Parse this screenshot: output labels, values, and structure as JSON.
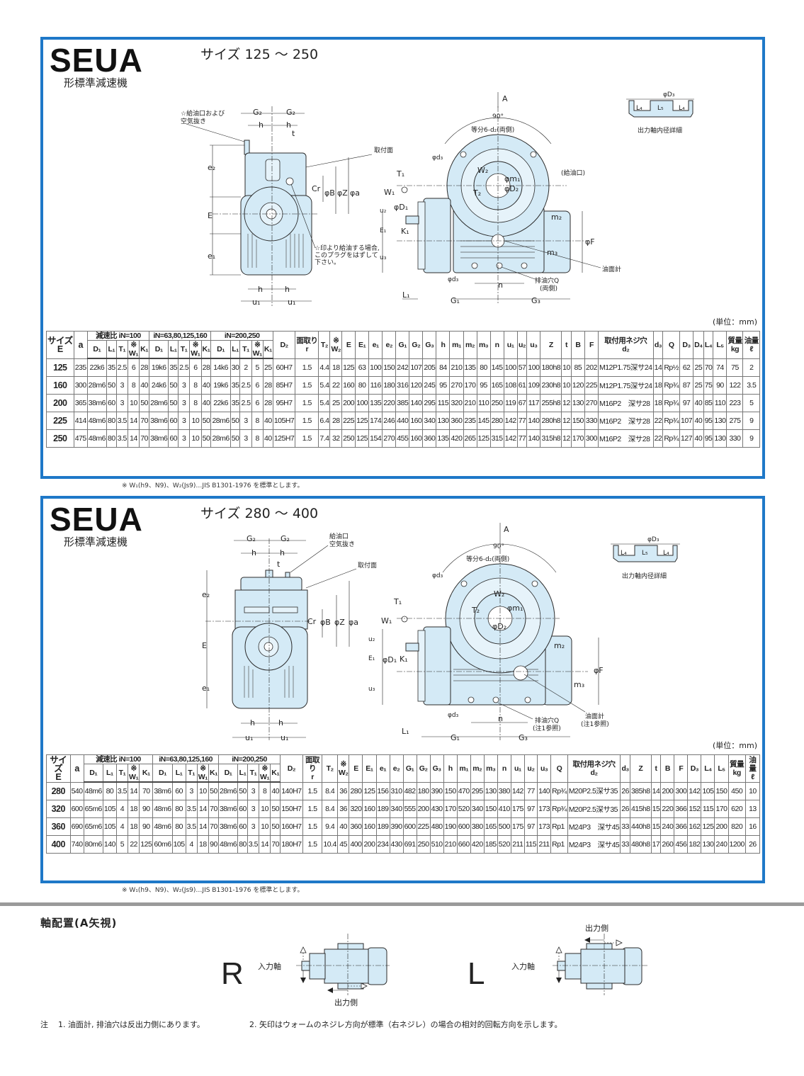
{
  "panel1": {
    "brand": "SEUA",
    "subtitle": "形標準減速機",
    "range": "サイズ 125 ～ 250",
    "unit": "(単位：mm)",
    "footnote": "※ W₁(h9、N9)、W₂(Js9)…JIS B1301-1976 を標準とします。",
    "notes": {
      "vent": "☆給油口および",
      "vent2": "空気抜き",
      "plug1": "☆印より給油する場合,",
      "plug2": "このプラグをはずして",
      "plug3": "下さい。",
      "oil_inlet": "(給油口)",
      "drain_side": "(両側)"
    }
  },
  "panel2": {
    "brand": "SEUA",
    "subtitle": "形標準減速機",
    "range": "サイズ 280 ～ 400",
    "unit": "(単位：mm)",
    "footnote": "※ W₁(h9、N9)、W₂(Js9)…JIS B1301-1976 を標準とします。",
    "notes": {
      "vent": "給油口",
      "vent2": "空気抜き",
      "see_note": "(注1参照)"
    }
  },
  "dims": {
    "G2": "G₂",
    "h": "h",
    "t": "t",
    "e2": "e₂",
    "E": "E",
    "e1": "e₁",
    "u1": "u₁",
    "Cr": "Cr",
    "phiB": "φB",
    "phiZ": "φZ",
    "phia": "φa",
    "A": "A",
    "angle": "90°",
    "holes": "等分6-d₂(両側)",
    "phid3": "φd₃",
    "W2": "W₂",
    "T2": "T₂",
    "phim1": "φm₁",
    "phiD2": "φD₂",
    "m2": "m₂",
    "phiF": "φF",
    "m3": "m₃",
    "n": "n",
    "G1": "G₁",
    "G3": "G₃",
    "L1": "L₁",
    "T1": "T₁",
    "W1": "W₁",
    "u2": "u₂",
    "phiD1": "φD₁",
    "K1": "K₁",
    "E1": "E₁",
    "u3": "u₃",
    "L4": "L₄",
    "L5": "L₅",
    "phiD3": "φD₃",
    "bore_detail": "出力軸内径詳細",
    "mount_face": "取付面",
    "oil_gauge": "油面計",
    "drain": "排油穴Q"
  },
  "table1": {
    "before": [
      "サイズ\nE",
      "a"
    ],
    "groups": [
      "減速比 iN=100",
      "iN=63,80,125,160",
      "iN=200,250"
    ],
    "group_cols": [
      "D₁",
      "L₁",
      "T₁",
      "※\nW₁",
      "K₁"
    ],
    "after": [
      "D₂",
      "面取り\nr",
      "T₂",
      "※\nW₂",
      "E",
      "E₁",
      "e₁",
      "e₂",
      "G₁",
      "G₂",
      "G₃",
      "h",
      "m₁",
      "m₂",
      "m₃",
      "n",
      "u₁",
      "u₂",
      "u₃",
      "Z",
      "t",
      "B",
      "F",
      "取付用ネジ穴\nd₂",
      "d₃",
      "Q",
      "D₃",
      "D₄",
      "L₄",
      "L₅",
      "質量\nkg",
      "油量\nℓ"
    ],
    "rows": [
      [
        "125",
        "235",
        "22k6",
        "35",
        "2.5",
        "6",
        "28",
        "19k6",
        "35",
        "2.5",
        "6",
        "28",
        "14k6",
        "30",
        "2",
        "5",
        "25",
        "60H7",
        "1.5",
        "4.4",
        "18",
        "125",
        "63",
        "100",
        "150",
        "242",
        "107",
        "205",
        "84",
        "210",
        "135",
        "80",
        "145",
        "100",
        "57",
        "100",
        "180h8",
        "10",
        "85",
        "202",
        "M12P1.75深サ24",
        "14",
        "Rp½",
        "62",
        "25",
        "70",
        "74",
        "75",
        "2"
      ],
      [
        "160",
        "300",
        "28m6",
        "50",
        "3",
        "8",
        "40",
        "24k6",
        "50",
        "3",
        "8",
        "40",
        "19k6",
        "35",
        "2.5",
        "6",
        "28",
        "85H7",
        "1.5",
        "5.4",
        "22",
        "160",
        "80",
        "116",
        "180",
        "316",
        "120",
        "245",
        "95",
        "270",
        "170",
        "95",
        "165",
        "108",
        "61",
        "109",
        "230h8",
        "10",
        "120",
        "225",
        "M12P1.75深サ24",
        "18",
        "Rp¾",
        "87",
        "25",
        "75",
        "90",
        "122",
        "3.5"
      ],
      [
        "200",
        "365",
        "38m6",
        "60",
        "3",
        "10",
        "50",
        "28m6",
        "50",
        "3",
        "8",
        "40",
        "22k6",
        "35",
        "2.5",
        "6",
        "28",
        "95H7",
        "1.5",
        "5.4",
        "25",
        "200",
        "100",
        "135",
        "220",
        "385",
        "140",
        "295",
        "115",
        "320",
        "210",
        "110",
        "250",
        "119",
        "67",
        "117",
        "255h8",
        "12",
        "130",
        "270",
        "M16P2　深サ28",
        "18",
        "Rp¾",
        "97",
        "40",
        "85",
        "110",
        "223",
        "5"
      ],
      [
        "225",
        "414",
        "48m6",
        "80",
        "3.5",
        "14",
        "70",
        "38m6",
        "60",
        "3",
        "10",
        "50",
        "28m6",
        "50",
        "3",
        "8",
        "40",
        "105H7",
        "1.5",
        "6.4",
        "28",
        "225",
        "125",
        "174",
        "246",
        "440",
        "160",
        "340",
        "130",
        "360",
        "235",
        "145",
        "280",
        "142",
        "77",
        "140",
        "280h8",
        "12",
        "150",
        "330",
        "M16P2　深サ28",
        "22",
        "Rp¾",
        "107",
        "40",
        "95",
        "130",
        "275",
        "9"
      ],
      [
        "250",
        "475",
        "48m6",
        "80",
        "3.5",
        "14",
        "70",
        "38m6",
        "60",
        "3",
        "10",
        "50",
        "28m6",
        "50",
        "3",
        "8",
        "40",
        "125H7",
        "1.5",
        "7.4",
        "32",
        "250",
        "125",
        "154",
        "270",
        "455",
        "160",
        "360",
        "135",
        "420",
        "265",
        "125",
        "315",
        "142",
        "77",
        "140",
        "315h8",
        "12",
        "170",
        "300",
        "M16P2　深サ28",
        "22",
        "Rp¾",
        "127",
        "40",
        "95",
        "130",
        "330",
        "9"
      ]
    ]
  },
  "table2": {
    "before": [
      "サイズ\nE",
      "a"
    ],
    "groups": [
      "減速比 iN=100",
      "iN=63,80,125,160",
      "iN=200,250"
    ],
    "group_cols": [
      "D₁",
      "L₁",
      "T₁",
      "※\nW₁",
      "K₁"
    ],
    "after": [
      "D₂",
      "面取り\nr",
      "T₂",
      "※\nW₂",
      "E",
      "E₁",
      "e₁",
      "e₂",
      "G₁",
      "G₂",
      "G₃",
      "h",
      "m₁",
      "m₂",
      "m₃",
      "n",
      "u₁",
      "u₂",
      "u₃",
      "Q",
      "取付用ネジ穴\nd₂",
      "d₃",
      "Z",
      "t",
      "B",
      "F",
      "D₃",
      "L₄",
      "L₅",
      "質量\nkg",
      "油量\nℓ"
    ],
    "rows": [
      [
        "280",
        "540",
        "48m6",
        "80",
        "3.5",
        "14",
        "70",
        "38m6",
        "60",
        "3",
        "10",
        "50",
        "28m6",
        "50",
        "3",
        "8",
        "40",
        "140H7",
        "1.5",
        "8.4",
        "36",
        "280",
        "125",
        "156",
        "310",
        "482",
        "180",
        "390",
        "150",
        "470",
        "295",
        "130",
        "380",
        "142",
        "77",
        "140",
        "Rp¾",
        "M20P2.5深サ35",
        "26",
        "385h8",
        "14",
        "200",
        "300",
        "142",
        "105",
        "150",
        "450",
        "10"
      ],
      [
        "320",
        "600",
        "65m6",
        "105",
        "4",
        "18",
        "90",
        "48m6",
        "80",
        "3.5",
        "14",
        "70",
        "38m6",
        "60",
        "3",
        "10",
        "50",
        "150H7",
        "1.5",
        "8.4",
        "36",
        "320",
        "160",
        "189",
        "340",
        "555",
        "200",
        "430",
        "170",
        "520",
        "340",
        "150",
        "410",
        "175",
        "97",
        "173",
        "Rp¾",
        "M20P2.5深サ35",
        "26",
        "415h8",
        "15",
        "220",
        "366",
        "152",
        "115",
        "170",
        "620",
        "13"
      ],
      [
        "360",
        "690",
        "65m6",
        "105",
        "4",
        "18",
        "90",
        "48m6",
        "80",
        "3.5",
        "14",
        "70",
        "38m6",
        "60",
        "3",
        "10",
        "50",
        "160H7",
        "1.5",
        "9.4",
        "40",
        "360",
        "160",
        "189",
        "390",
        "600",
        "225",
        "480",
        "190",
        "600",
        "380",
        "165",
        "500",
        "175",
        "97",
        "173",
        "Rp1",
        "M24P3　深サ45",
        "33",
        "440h8",
        "15",
        "240",
        "366",
        "162",
        "125",
        "200",
        "820",
        "16"
      ],
      [
        "400",
        "740",
        "80m6",
        "140",
        "5",
        "22",
        "125",
        "60m6",
        "105",
        "4",
        "18",
        "90",
        "48m6",
        "80",
        "3.5",
        "14",
        "70",
        "180H7",
        "1.5",
        "10.4",
        "45",
        "400",
        "200",
        "234",
        "430",
        "691",
        "250",
        "510",
        "210",
        "660",
        "420",
        "185",
        "520",
        "211",
        "115",
        "211",
        "Rp1",
        "M24P3　深サ45",
        "33",
        "480h8",
        "17",
        "260",
        "456",
        "182",
        "130",
        "240",
        "1200",
        "26"
      ]
    ]
  },
  "arrangement": {
    "title": "軸配置(A矢視)",
    "R": "R",
    "L": "L",
    "input_shaft": "入力軸",
    "output_side": "出力側"
  },
  "notes": {
    "label": "注",
    "n1": "1. 油面計, 排油穴は反出力側にあります。",
    "n2": "2. 矢印はウォームのネジレ方向が標準（右ネジレ）の場合の相対的回転方向を示します。"
  }
}
